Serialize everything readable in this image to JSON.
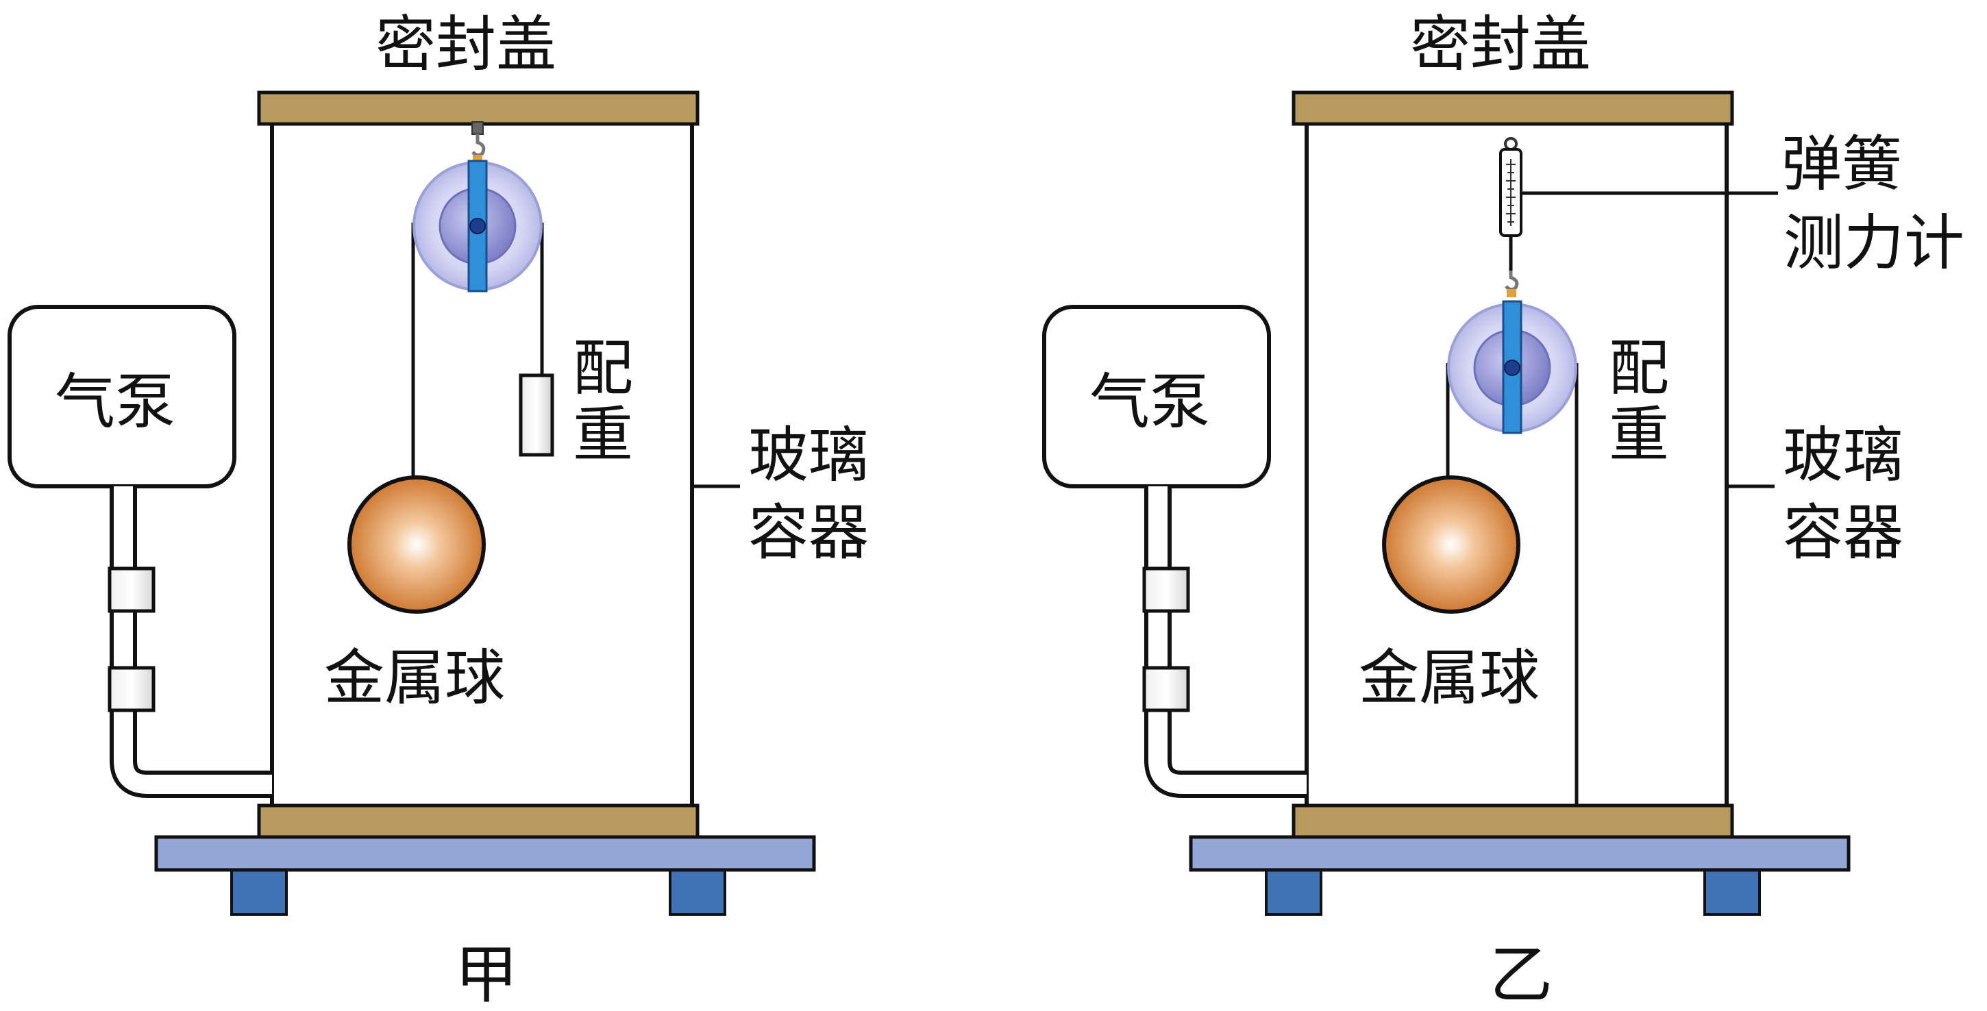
{
  "figure": {
    "left": {
      "caption": "甲",
      "lid_label": "密封盖",
      "pump_label": "气泵",
      "counterweight_label_top": "配",
      "counterweight_label_bottom": "重",
      "ball_label": "金属球",
      "container_label_top": "玻璃",
      "container_label_bottom": "容器"
    },
    "right": {
      "caption": "乙",
      "lid_label": "密封盖",
      "pump_label": "气泵",
      "counterweight_label_top": "配",
      "counterweight_label_bottom": "重",
      "ball_label": "金属球",
      "container_label_top": "玻璃",
      "container_label_bottom": "容器",
      "spring_scale_label_top": "弹簧",
      "spring_scale_label_bottom": "测力计"
    }
  },
  "colors": {
    "lid": "#b89a5e",
    "base_plate": "#93a6d6",
    "feet": "#3f73b6",
    "pulley_outer": "#c9ccf0",
    "pulley_inner": "#8e8fd2",
    "pulley_bar": "#2f8fd8",
    "ball": "#d9843f",
    "counterweight": "#d8d8d8"
  }
}
